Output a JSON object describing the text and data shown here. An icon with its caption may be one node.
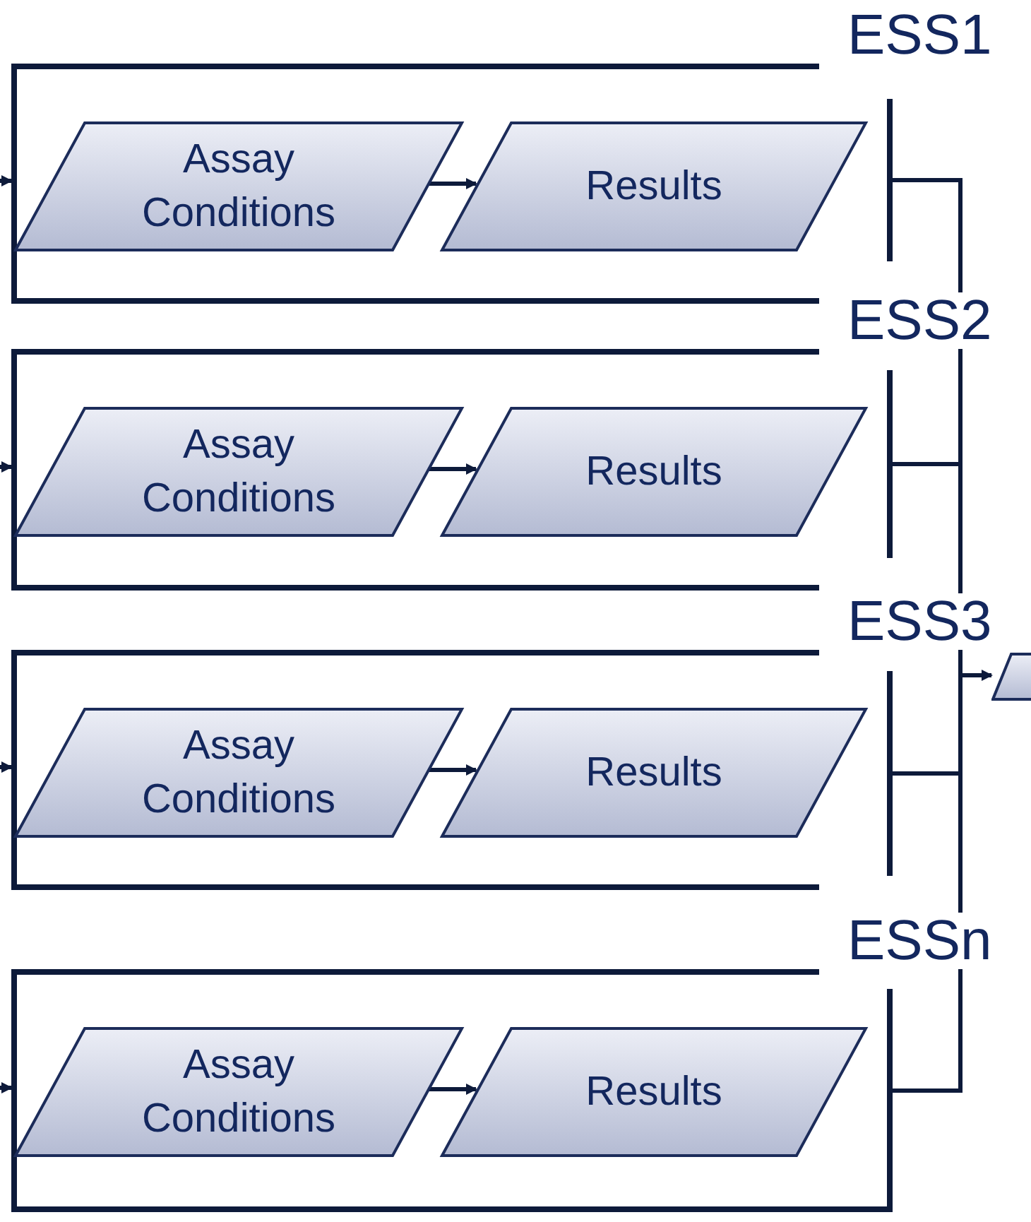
{
  "diagram": {
    "nodes": [
      {
        "text": [],
        "shape": "bracket",
        "beside": [
          "ESS1"
        ]
      },
      {
        "text": [
          "Assay Conditions"
        ],
        "in": 0
      },
      {
        "text": [
          "Results"
        ],
        "in": 0
      },
      {
        "text": [],
        "shape": "bracket",
        "beside": [
          "ESS2"
        ]
      },
      {
        "text": [
          "Assay Conditions"
        ],
        "in": 3
      },
      {
        "text": [
          "Results"
        ],
        "in": 3
      },
      {
        "text": [],
        "shape": "bracket",
        "beside": [
          "ESS3"
        ]
      },
      {
        "text": [
          "Assay Conditions"
        ],
        "in": 6
      },
      {
        "text": [
          "Results"
        ],
        "in": 6
      },
      {
        "text": [],
        "shape": "bracket",
        "beside": [
          "ESSn"
        ]
      },
      {
        "text": [
          "Assay Conditions"
        ],
        "in": 9
      },
      {
        "text": [
          "Results"
        ],
        "in": 9
      },
      {
        "text": [],
        "shape": "parallelogram"
      }
    ],
    "edges": [
      {
        "from": null,
        "to": 0,
        "arrow": "to"
      },
      {
        "from": 1,
        "to": 2,
        "arrow": "to"
      },
      {
        "from": 0,
        "to": 12,
        "arrow": "to"
      },
      {
        "from": null,
        "to": 3,
        "arrow": "to"
      },
      {
        "from": 4,
        "to": 5,
        "arrow": "to"
      },
      {
        "from": 3,
        "to": 12,
        "arrow": "to"
      },
      {
        "from": null,
        "to": 6,
        "arrow": "to"
      },
      {
        "from": 7,
        "to": 8,
        "arrow": "to"
      },
      {
        "from": 6,
        "to": 12,
        "arrow": "to"
      },
      {
        "from": null,
        "to": 9,
        "arrow": "to"
      },
      {
        "from": 10,
        "to": 11,
        "arrow": "to"
      },
      {
        "from": 9,
        "to": 12,
        "arrow": "to"
      }
    ]
  }
}
